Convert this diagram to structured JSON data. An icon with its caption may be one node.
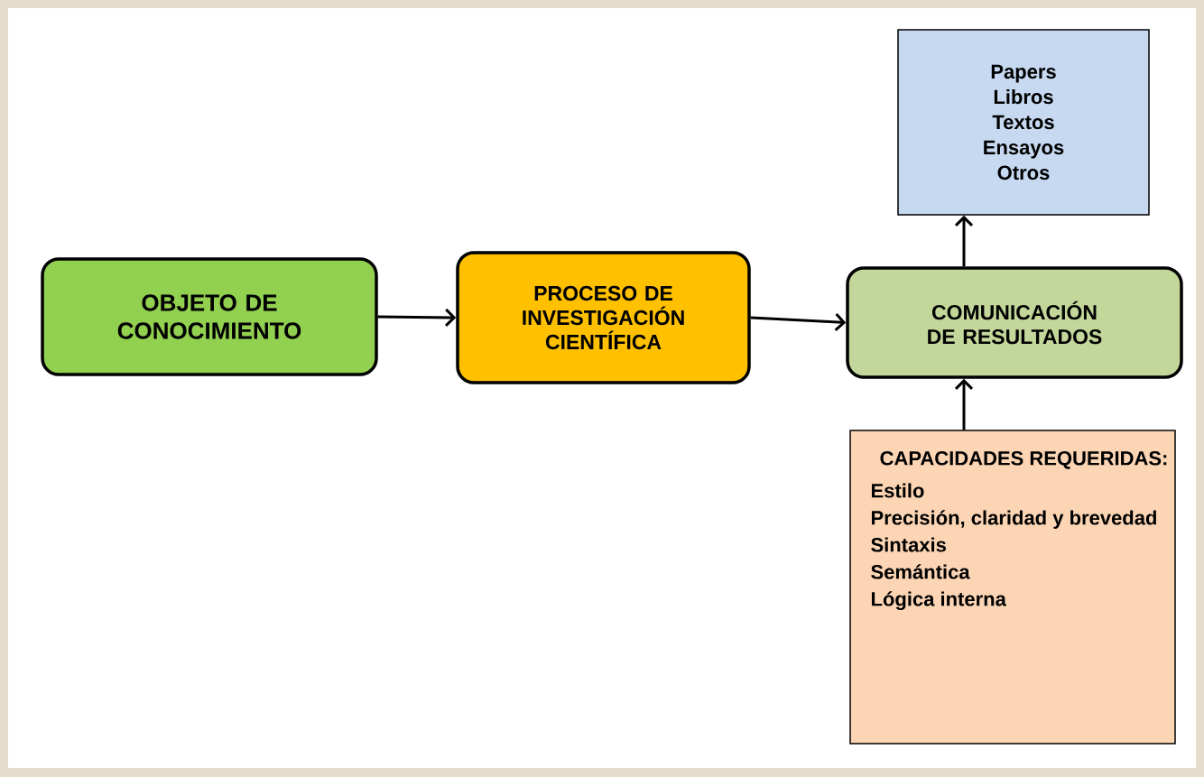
{
  "diagram": {
    "nodes": [
      {
        "text": [
          "OBJETO DE CONOCIMIENTO"
        ]
      },
      {
        "text": [
          "PROCESO DE INVESTIGACIÓN CIENTÍFICA"
        ]
      },
      {
        "text": [
          "COMUNICACIÓN DE RESULTADOS"
        ]
      },
      {
        "text": [
          "Papers",
          "Libros",
          "Textos",
          "Ensayos",
          "Otros"
        ]
      },
      {
        "text": [
          "CAPACIDADES REQUERIDAS:",
          "Estilo",
          "Precisión, claridad y brevedad",
          "Sintaxis",
          "Semántica",
          "Lógica interna"
        ]
      }
    ],
    "edges": [
      {
        "from": 0,
        "to": 1,
        "arrow": "to"
      },
      {
        "from": 1,
        "to": 2,
        "arrow": "to"
      },
      {
        "from": 2,
        "to": 3,
        "arrow": "to"
      },
      {
        "from": 4,
        "to": 2,
        "arrow": "to"
      }
    ]
  }
}
